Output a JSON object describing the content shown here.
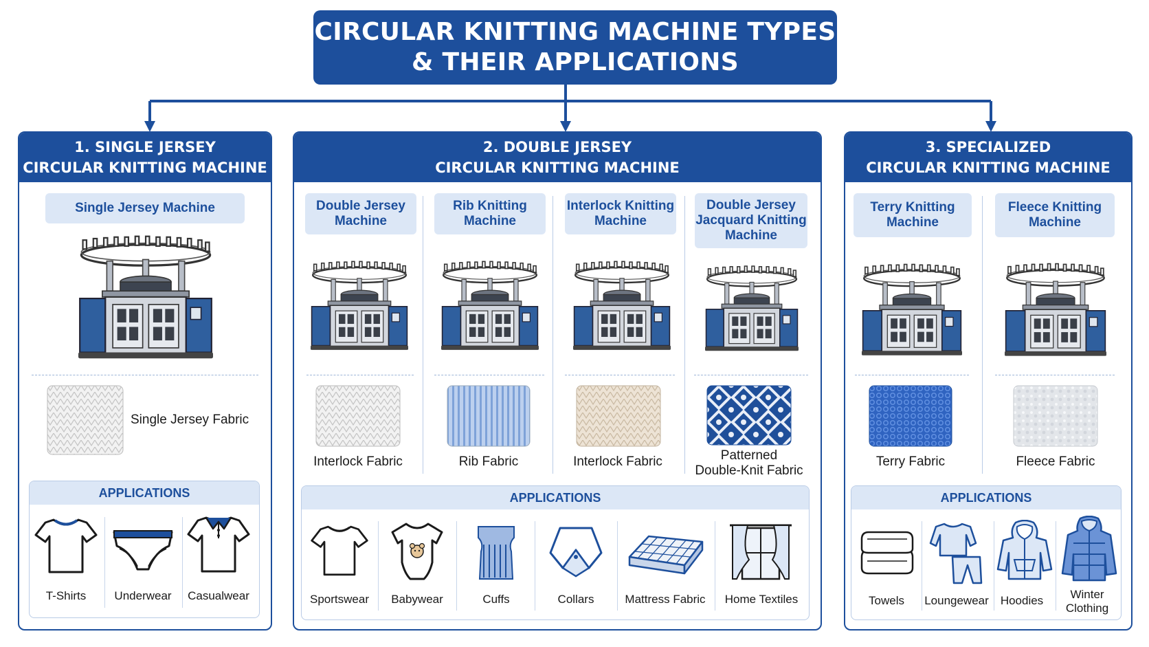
{
  "title": {
    "line1": "CIRCULAR KNITTING MACHINE TYPES",
    "line2": "& THEIR APPLICATIONS"
  },
  "colors": {
    "primary": "#1d4f9c",
    "light": "#dce7f6",
    "machine_blue": "#2f5f9e",
    "machine_grey": "#c9ced6"
  },
  "sections": [
    {
      "heading1": "1. SINGLE JERSEY",
      "heading2": "CIRCULAR KNITTING MACHINE",
      "machines": [
        {
          "label": "Single Jersey Machine",
          "fabric": "Single Jersey Fabric"
        }
      ],
      "applications_title": "APPLICATIONS",
      "applications": [
        {
          "label": "T-Shirts",
          "icon": "tshirt-icon"
        },
        {
          "label": "Underwear",
          "icon": "underwear-icon"
        },
        {
          "label": "Casualwear",
          "icon": "polo-shirt-icon"
        }
      ]
    },
    {
      "heading1": "2. DOUBLE JERSEY",
      "heading2": "CIRCULAR KNITTING MACHINE",
      "machines": [
        {
          "label1": "Double Jersey",
          "label2": "Machine",
          "fabric": "Interlock Fabric"
        },
        {
          "label1": "Rib Knitting",
          "label2": "Machine",
          "fabric": "Rib Fabric"
        },
        {
          "label1": "Interlock Knitting",
          "label2": "Machine",
          "fabric": "Interlock Fabric"
        },
        {
          "label1": "Double Jersey",
          "label2": "Jacquard Knitting",
          "label3": "Machine",
          "fabric1": "Patterned",
          "fabric2": "Double-Knit Fabric"
        }
      ],
      "applications_title": "APPLICATIONS",
      "applications": [
        {
          "label": "Sportswear",
          "icon": "tshirt-icon"
        },
        {
          "label": "Babywear",
          "icon": "baby-onesie-icon"
        },
        {
          "label": "Cuffs",
          "icon": "cuff-icon"
        },
        {
          "label": "Collars",
          "icon": "collar-icon"
        },
        {
          "label": "Mattress Fabric",
          "icon": "mattress-icon"
        },
        {
          "label": "Home Textiles",
          "icon": "curtain-window-icon"
        }
      ]
    },
    {
      "heading1": "3. SPECIALIZED",
      "heading2": "CIRCULAR KNITTING MACHINE",
      "machines": [
        {
          "label1": "Terry Knitting",
          "label2": "Machine",
          "fabric": "Terry Fabric"
        },
        {
          "label1": "Fleece Knitting",
          "label2": "Machine",
          "fabric": "Fleece Fabric"
        }
      ],
      "applications_title": "APPLICATIONS",
      "applications": [
        {
          "label": "Towels",
          "icon": "folded-towels-icon"
        },
        {
          "label": "Loungewear",
          "icon": "loungewear-icon"
        },
        {
          "label": "Hoodies",
          "icon": "hoodie-icon"
        },
        {
          "label1": "Winter",
          "label2": "Clothing",
          "icon": "puffer-jacket-icon"
        }
      ]
    }
  ]
}
